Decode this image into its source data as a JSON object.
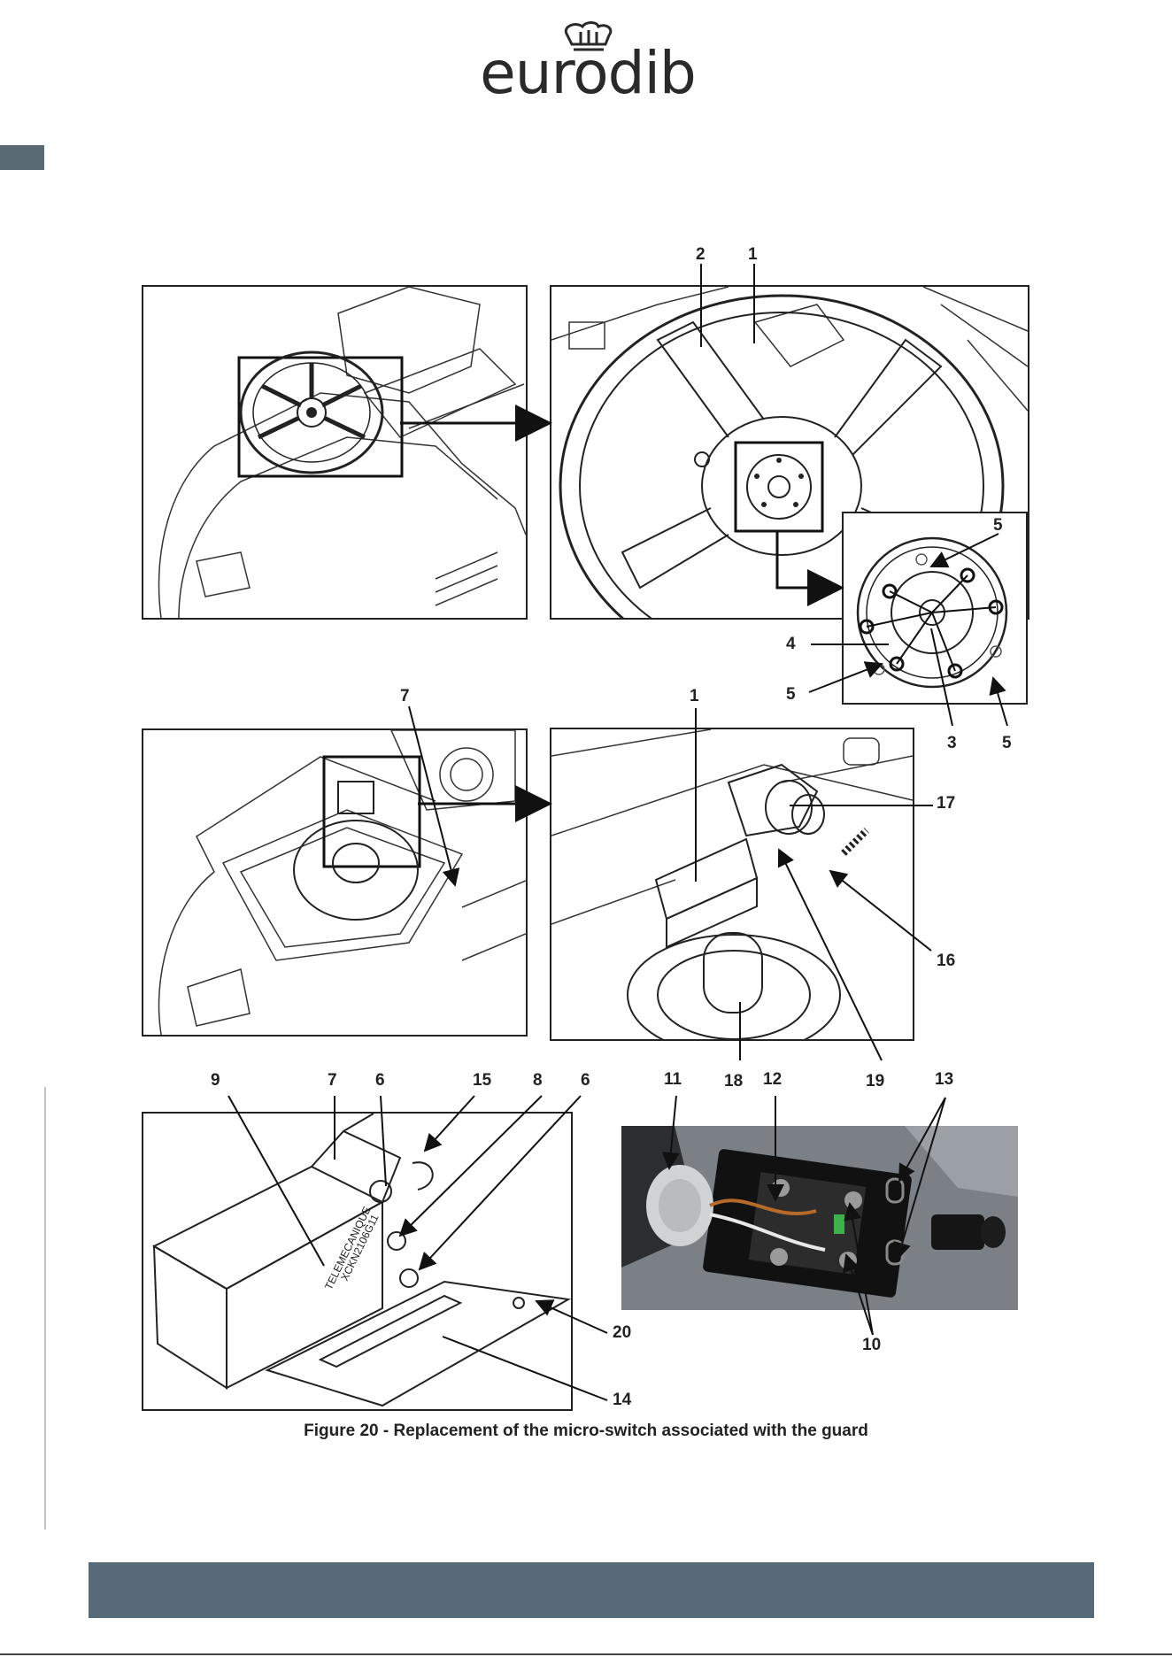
{
  "brand": {
    "name": "eurodib"
  },
  "figure": {
    "caption": "Figure 20 - Replacement of the micro-switch associated with the guard"
  },
  "callouts": {
    "c2": "2",
    "c1a": "1",
    "c5a": "5",
    "c4": "4",
    "c5b": "5",
    "c3": "3",
    "c5c": "5",
    "c7a": "7",
    "c1b": "1",
    "c17": "17",
    "c16": "16",
    "c9": "9",
    "c7b": "7",
    "c6a": "6",
    "c15": "15",
    "c8": "8",
    "c6b": "6",
    "c11": "11",
    "c18": "18",
    "c12": "12",
    "c19": "19",
    "c13": "13",
    "c20": "20",
    "c10": "10",
    "c14": "14"
  },
  "colors": {
    "accent": "#566a77",
    "tab": "#5a6a75"
  }
}
